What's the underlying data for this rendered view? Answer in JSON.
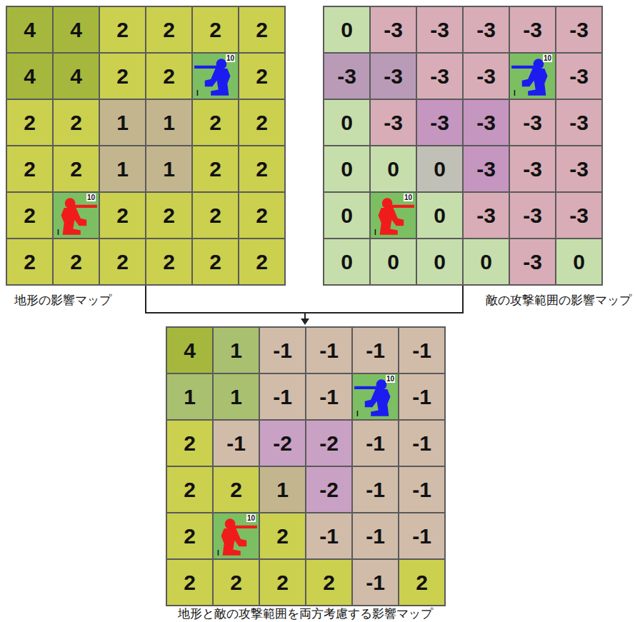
{
  "diagram": {
    "labels": [
      "4",
      "4",
      "2",
      "2",
      "2",
      "2",
      "4",
      "4",
      "2",
      "2",
      "10",
      "I",
      "2",
      "2",
      "2",
      "1",
      "1",
      "2",
      "2",
      "2",
      "2",
      "1",
      "1",
      "2",
      "2",
      "2",
      "10",
      "I",
      "2",
      "2",
      "2",
      "2",
      "2",
      "2",
      "2",
      "2",
      "2",
      "2",
      "地形の影響マップ",
      "0",
      "-3",
      "-3",
      "-3",
      "-3",
      "-3",
      "-3",
      "-3",
      "-3",
      "-3",
      "10",
      "I",
      "-3",
      "0",
      "-3",
      "-3",
      "-3",
      "-3",
      "-3",
      "0",
      "0",
      "0",
      "-3",
      "-3",
      "-3",
      "0",
      "10",
      "I",
      "0",
      "-3",
      "-3",
      "-3",
      "0",
      "0",
      "0",
      "0",
      "-3",
      "0",
      "敵の攻撃範囲の影響マップ",
      "4",
      "1",
      "-1",
      "-1",
      "-1",
      "-1",
      "1",
      "1",
      "-1",
      "-1",
      "10",
      "I",
      "-1",
      "2",
      "-1",
      "-2",
      "-2",
      "-1",
      "-1",
      "2",
      "2",
      "1",
      "-2",
      "-1",
      "-1",
      "2",
      "10",
      "I",
      "2",
      "-1",
      "-1",
      "-1",
      "2",
      "2",
      "2",
      "2",
      "-1",
      "2",
      "地形と敵の攻撃範囲を両方考慮する影響マップ"
    ]
  }
}
